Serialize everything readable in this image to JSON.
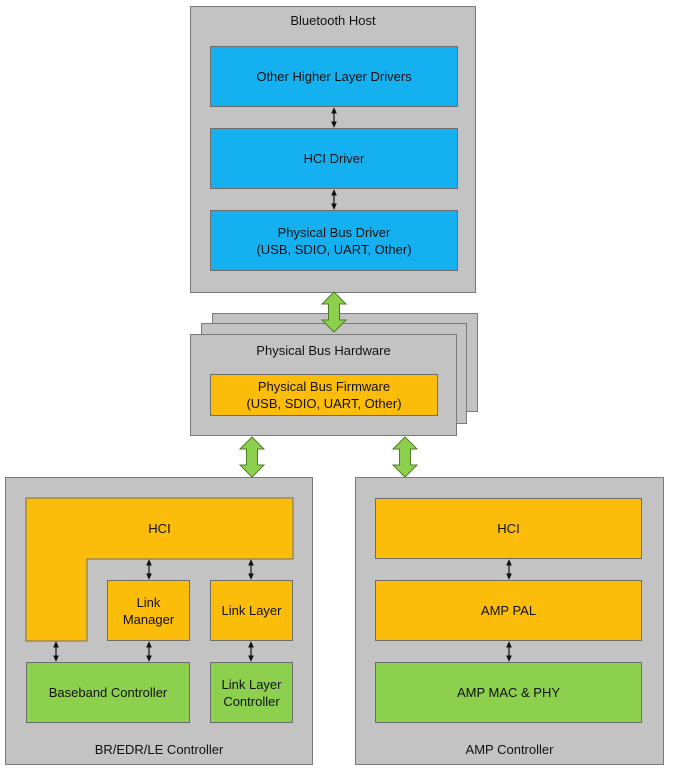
{
  "host": {
    "title": "Bluetooth Host",
    "other_drivers": "Other Higher Layer Drivers",
    "hci_driver": "HCI Driver",
    "bus_driver": "Physical Bus Driver\n(USB, SDIO, UART, Other)"
  },
  "bus_hardware": {
    "title": "Physical Bus Hardware",
    "firmware": "Physical Bus Firmware\n(USB, SDIO, UART, Other)"
  },
  "bredr": {
    "title": "BR/EDR/LE Controller",
    "hci": "HCI",
    "link_manager": "Link\nManager",
    "link_layer": "Link Layer",
    "baseband": "Baseband Controller",
    "link_layer_controller": "Link Layer\nController"
  },
  "amp": {
    "title": "AMP Controller",
    "hci": "HCI",
    "pal": "AMP PAL",
    "mac_phy": "AMP MAC & PHY"
  },
  "colors": {
    "container": "#c3c3c3",
    "blue_block": "#14b0f0",
    "orange_block": "#fbbd0a",
    "green_block": "#8dd04d",
    "arrow_green": "#8dd04d"
  }
}
